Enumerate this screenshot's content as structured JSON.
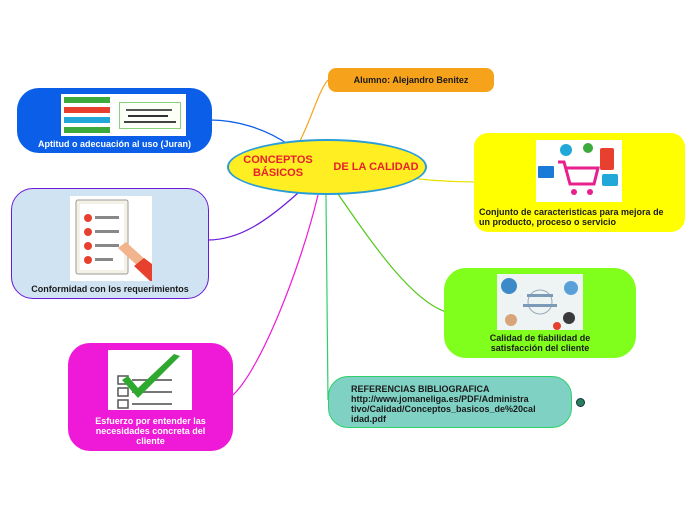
{
  "central": {
    "line1": "CONCEPTOS BÁSICOS",
    "line2": "DE LA CALIDAD"
  },
  "nodes": {
    "student": {
      "label": "Alumno: Alejandro Benitez",
      "color": "#f7a21b"
    },
    "juran": {
      "label": "Aptitud o adecuación al uso (Juran)",
      "color": "#0a5ee8"
    },
    "conformity": {
      "label": "Conformidad con los requerimientos",
      "color": "#cfe3f3"
    },
    "effort": {
      "line1": "Esfuerzo por entender las",
      "line2": "necesidades concreta del",
      "line3": "cliente",
      "color": "#ee1ad8"
    },
    "characteristics": {
      "line1": "Conjunto de caracteristicas para mejora de",
      "line2": "un producto, proceso o servicio",
      "color": "#ffff00"
    },
    "reliability": {
      "line1": "Calidad de fiabilidad de",
      "line2": "satisfacción del cliente",
      "color": "#80ff1c"
    },
    "references": {
      "line1": "REFERENCIAS BIBLIOGRAFICA",
      "line2": "http://www.jomaneliga.es/PDF/Administra",
      "line3": "tivo/Calidad/Conceptos_basicos_de%20cal",
      "line4": "idad.pdf",
      "color": "#7fd1c4"
    }
  }
}
